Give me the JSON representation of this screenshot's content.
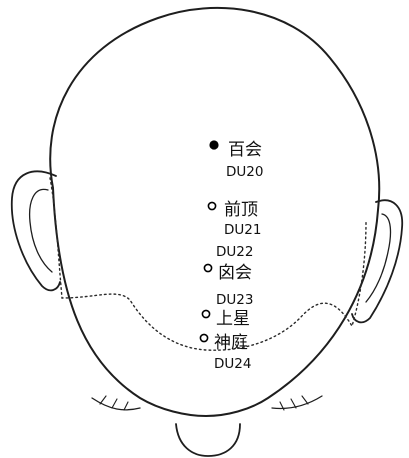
{
  "points": [
    {
      "name": "百会",
      "code": "DU20",
      "marker": "filled"
    },
    {
      "name": "前顶",
      "code": "DU21",
      "marker": "open"
    },
    {
      "name": "囟会",
      "code": "DU22",
      "marker": "open"
    },
    {
      "name": "上星",
      "code": "DU23",
      "marker": "open"
    },
    {
      "name": "神庭",
      "code": "DU24",
      "marker": "open"
    }
  ],
  "colors": {
    "ink": "#1e1e1e",
    "paper": "#ffffff"
  }
}
